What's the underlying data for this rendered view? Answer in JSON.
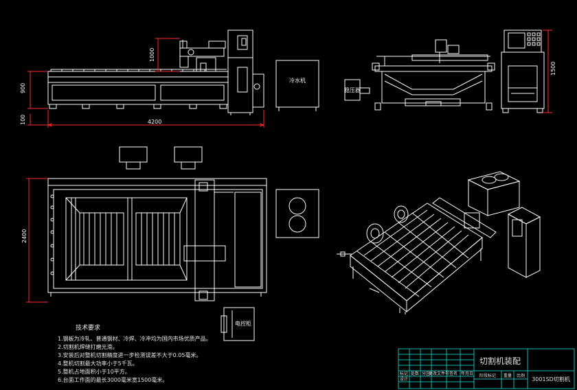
{
  "dimensions": {
    "front_length": "4200",
    "front_body_height": "900",
    "front_head_height": "1000",
    "front_foot": "100",
    "side_height": "1500",
    "top_width": "2400"
  },
  "labels": {
    "chiller": "冷水机",
    "regulator": "稳压器",
    "cabinet": "电控柜"
  },
  "notes": {
    "title": "技术要求",
    "items": [
      "1.钢板为冷轧、普通钢材、冷焊、冷冲均为国内市场优质产品。",
      "2.切割机焊缝打磨光滑。",
      "3.安装后对整机切割精度进一步检测误差不大于0.05毫米。",
      "4.整机切割最大功率小于5千瓦。",
      "5.整机占地面积小于10平方。",
      "6.台面工作面的最长3000毫米宽1500毫米。"
    ]
  },
  "title_block": {
    "title": "切割机装配",
    "model": "3001SD切割机",
    "stage_mark": "阶段标记",
    "weight": "重量",
    "scale": "比例",
    "row_labels": [
      "标记",
      "处数",
      "分区",
      "更改文件号",
      "签名",
      "年月日"
    ],
    "row2_labels": [
      "设计"
    ]
  },
  "colors": {
    "line": "#ffffff",
    "dimension": "#ff2a2a",
    "title_block": "#19b8b8",
    "background": "#000000"
  }
}
